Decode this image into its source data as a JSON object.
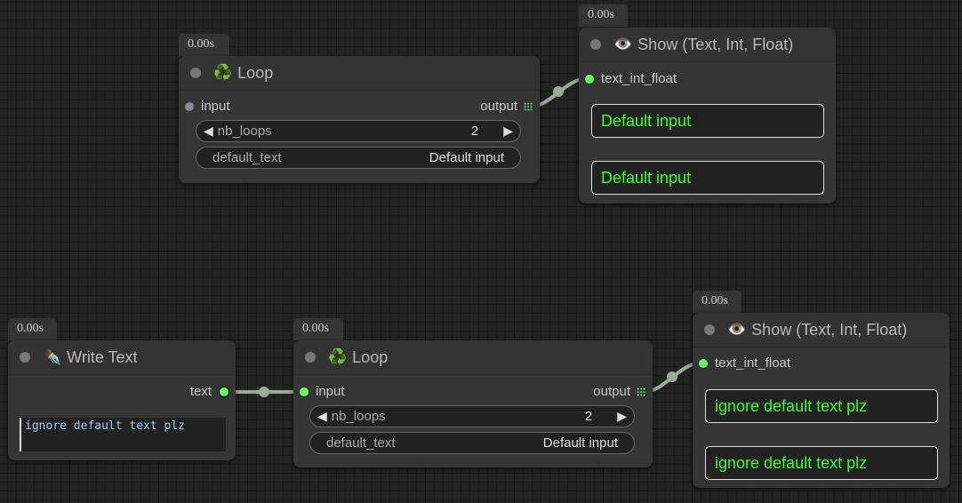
{
  "links_color": "#9aab98",
  "nodes": {
    "loop1": {
      "time": "0.00s",
      "icon": "recycle-icon",
      "title": "Loop",
      "input": "input",
      "output": "output",
      "nb_loops_label": "nb_loops",
      "nb_loops_value": "2",
      "default_text_label": "default_text",
      "default_text_value": "Default input"
    },
    "show1": {
      "time": "0.00s",
      "icon": "eye-icon",
      "title": "Show (Text, Int, Float)",
      "input": "text_int_float",
      "values": [
        "Default input",
        "Default input"
      ]
    },
    "write": {
      "time": "0.00s",
      "icon": "pen-icon",
      "title": "Write Text",
      "output": "text",
      "text": "ignore default text plz"
    },
    "loop2": {
      "time": "0.00s",
      "icon": "recycle-icon",
      "title": "Loop",
      "input": "input",
      "output": "output",
      "nb_loops_label": "nb_loops",
      "nb_loops_value": "2",
      "default_text_label": "default_text",
      "default_text_value": "Default input"
    },
    "show2": {
      "time": "0.00s",
      "icon": "eye-icon",
      "title": "Show (Text, Int, Float)",
      "input": "text_int_float",
      "values": [
        "ignore default text plz",
        "ignore default text plz"
      ]
    }
  }
}
